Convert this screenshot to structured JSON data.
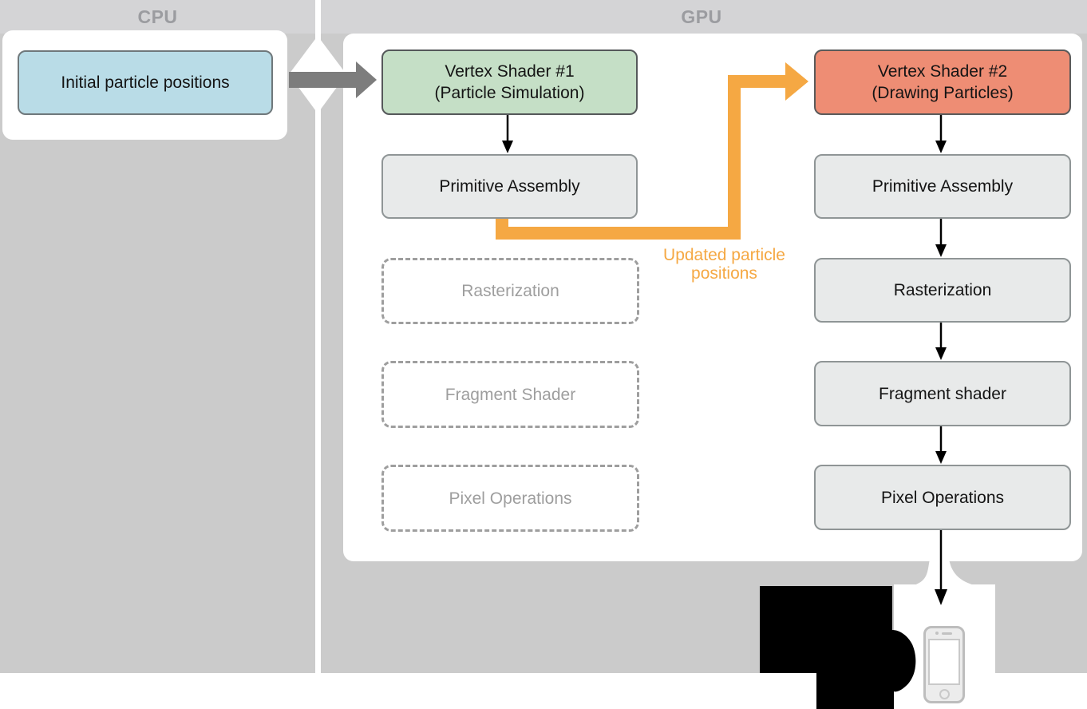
{
  "header": {
    "cpu_label": "CPU",
    "gpu_label": "GPU"
  },
  "cpu": {
    "initial_positions_box": "Initial particle positions"
  },
  "gpu": {
    "sim_pass": {
      "vertex_shader": {
        "line1": "Vertex Shader #1",
        "line2": "(Particle Simulation)"
      },
      "primitive_assembly": "Primitive Assembly",
      "rasterization": "Rasterization",
      "fragment_shader": "Fragment Shader",
      "pixel_operations": "Pixel Operations"
    },
    "draw_pass": {
      "vertex_shader": {
        "line1": "Vertex Shader #2",
        "line2": "(Drawing Particles)"
      },
      "primitive_assembly": "Primitive Assembly",
      "rasterization": "Rasterization",
      "fragment_shader": "Fragment shader",
      "pixel_operations": "Pixel Operations"
    },
    "feedback_label": {
      "line1": "Updated particle",
      "line2": "positions"
    }
  },
  "icons": {
    "device": "iphone-icon"
  },
  "colors": {
    "background": "#cbcbcb",
    "band": "#d4d4d6",
    "panel": "#ffffff",
    "cpu_box": "#b9dce7",
    "sim_shader": "#c5dfc6",
    "draw_shader": "#ee8d74",
    "stage_box": "#e8eaea",
    "feedback_orange": "#f5a843",
    "arrow_gray": "#7d7d7d",
    "muted": "#9e9e9e"
  }
}
